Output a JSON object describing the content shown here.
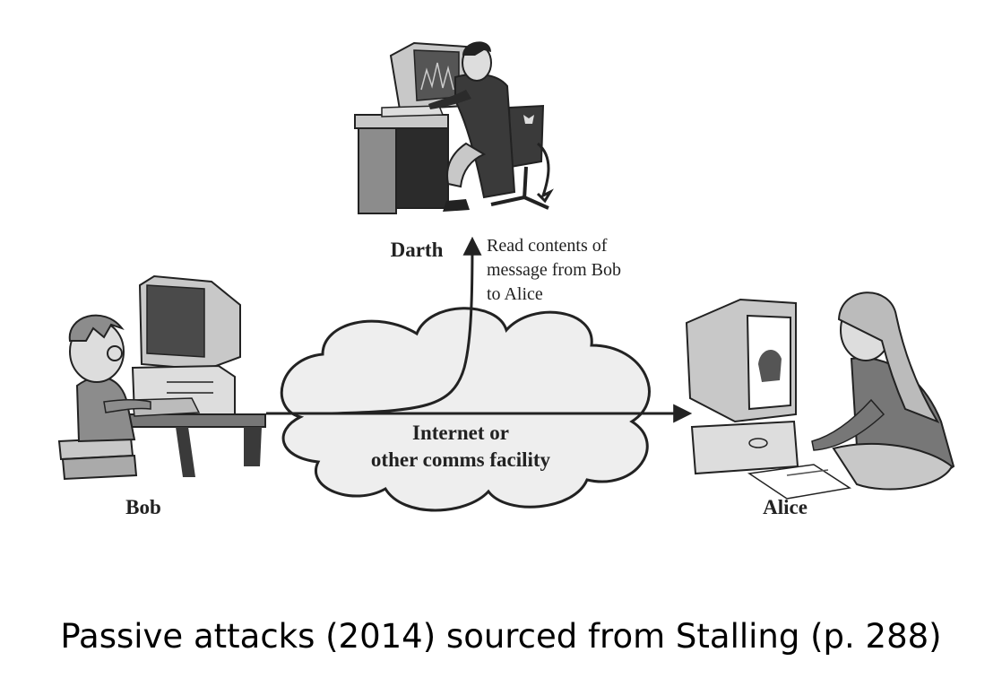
{
  "actors": {
    "attacker": {
      "name": "Darth",
      "icon": "eavesdropper-at-computer-icon"
    },
    "sender": {
      "name": "Bob",
      "icon": "boy-at-computer-icon"
    },
    "receiver": {
      "name": "Alice",
      "icon": "girl-at-computer-icon"
    }
  },
  "network": {
    "line1": "Internet or",
    "line2": "other comms facility",
    "icon": "cloud-icon"
  },
  "interception_note": {
    "line1": "Read contents of",
    "line2": "message from Bob",
    "line3": "to Alice"
  },
  "caption": "Passive attacks (2014) sourced from Stalling (p. 288)",
  "colors": {
    "ink": "#222222",
    "cloud_fill": "#eeeeee",
    "shade_dark": "#555555",
    "shade_mid": "#8c8c8c",
    "shade_light": "#c8c8c8"
  }
}
